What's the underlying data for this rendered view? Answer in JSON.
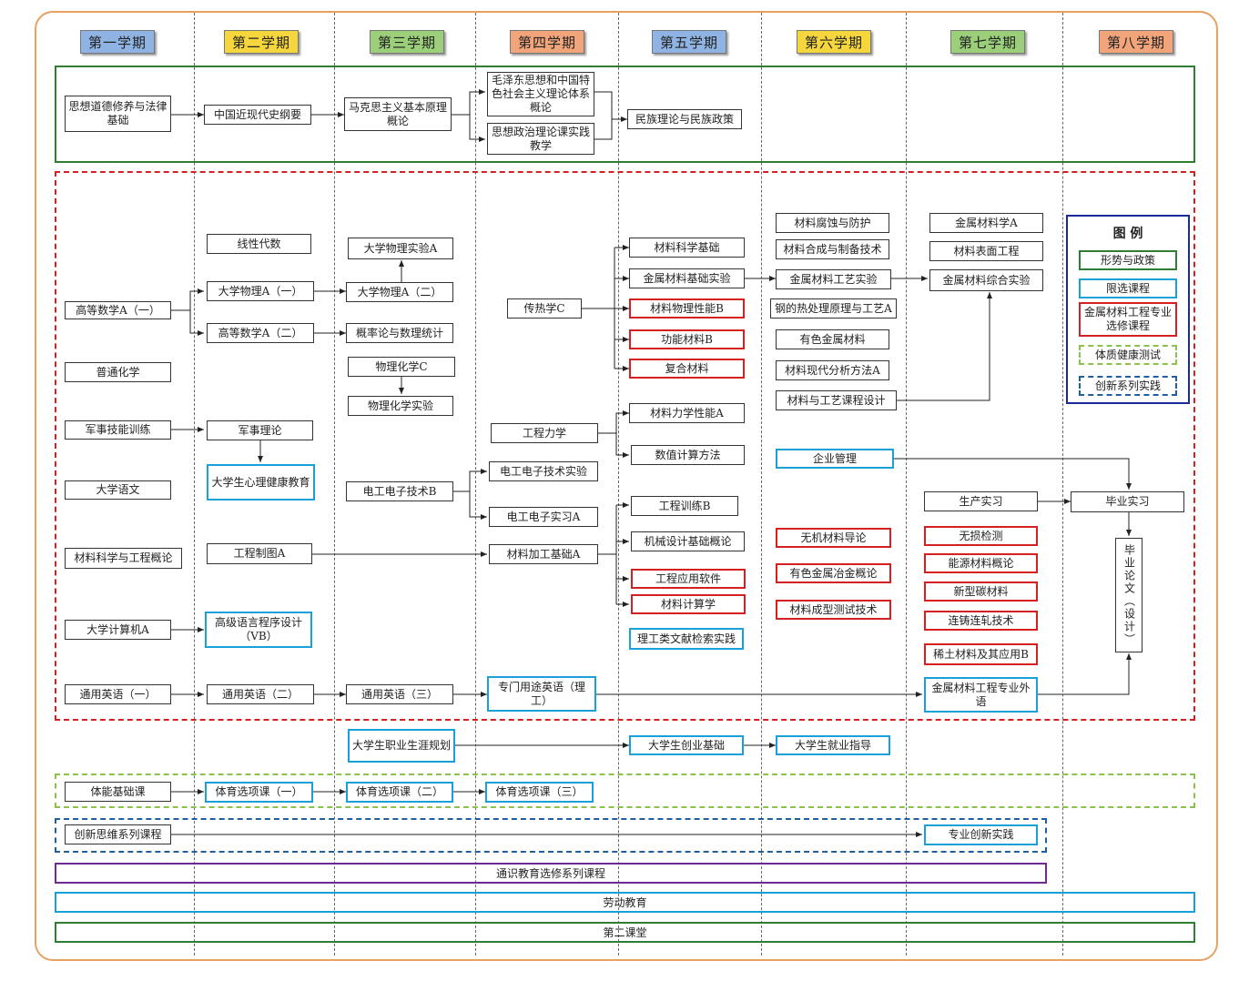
{
  "semesters": [
    "第一学期",
    "第二学期",
    "第三学期",
    "第四学期",
    "第五学期",
    "第六学期",
    "第七学期",
    "第八学期"
  ],
  "header_colors": [
    "#8fb4e3",
    "#f5d63c",
    "#9bcf7a",
    "#f2a57a",
    "#8fb4e3",
    "#f5d63c",
    "#9bcf7a",
    "#f2a57a"
  ],
  "courses": {
    "sizheng": "思想道德修养与法律基础",
    "jindaishi": "中国近现代史纲要",
    "makesi": "马克思主义基本原理概论",
    "maozedong": "毛泽东思想和中国特色社会主义理论体系概论",
    "sizhengshijian": "思想政治理论课实践教学",
    "minzu": "民族理论与民族政策",
    "gaoshu1": "高等数学A（一）",
    "putonghuaxue": "普通化学",
    "junshijineng": "军事技能训练",
    "daxueyuwen": "大学语文",
    "cailiaogailun": "材料科学与工程概论",
    "jisuanji": "大学计算机A",
    "yingyu1": "通用英语（一）",
    "xianxingdaishu": "线性代数",
    "wuli1": "大学物理A（一）",
    "gaoshu2": "高等数学A（二）",
    "junshililun": "军事理论",
    "xinli": "大学生心理健康教育",
    "zhitu": "工程制图A",
    "vb": "高级语言程序设计（VB）",
    "yingyu2": "通用英语（二）",
    "wulishiyan": "大学物理实验A",
    "wuli2": "大学物理A（二）",
    "gailv": "概率论与数理统计",
    "wuhua": "物理化学C",
    "wuhuashiyan": "物理化学实验",
    "diangong": "电工电子技术B",
    "yingyu3": "通用英语（三）",
    "chuanre": "传热学C",
    "gongchenglixue": "工程力学",
    "diangongshiyan": "电工电子技术实验",
    "diangongshixi": "电工电子实习A",
    "jiagong": "材料加工基础A",
    "zhuanmenyingyu": "专门用途英语（理工）",
    "cailiaokexue": "材料科学基础",
    "jinshushiyan": "金属材料基础实验",
    "wuxingneng": "材料物理性能B",
    "gongneng": "功能材料B",
    "fuhe": "复合材料",
    "lixue": "材料力学性能A",
    "shuzhi": "数值计算方法",
    "xunlian": "工程训练B",
    "jixie": "机械设计基础概论",
    "ruanjian": "工程应用软件",
    "cailiaojisuan": "材料计算学",
    "wenxian": "理工类文献检索实践",
    "fushi": "材料腐蚀与防护",
    "hecheng": "材料合成与制备技术",
    "gongyishiyan": "金属材料工艺实验",
    "rechuli": "钢的热处理原理与工艺A",
    "youse": "有色金属材料",
    "fenxi": "材料现代分析方法A",
    "kechengsheji": "材料与工艺课程设计",
    "qiye": "企业管理",
    "wuji": "无机材料导论",
    "yejin": "有色金属冶金概论",
    "chengxing": "材料成型测试技术",
    "jinshuA": "金属材料学A",
    "biaomian": "材料表面工程",
    "zonghe": "金属材料综合实验",
    "shengchan": "生产实习",
    "wusun": "无损检测",
    "nengyuan": "能源材料概论",
    "tan": "新型碳材料",
    "lianzhu": "连铸连轧技术",
    "xitu": "稀土材料及其应用B",
    "zhuanyewaiyu": "金属材料工程专业外语",
    "biyeshixi": "毕业实习",
    "lunwen": "毕业论文（设计）",
    "zhiye": "大学生职业生涯规划",
    "chuangye": "大学生创业基础",
    "jiuye": "大学生就业指导",
    "tineng": "体能基础课",
    "tiyu1": "体育选项课（一）",
    "tiyu2": "体育选项课（二）",
    "tiyu3": "体育选项课（三）",
    "chuangxinsiwei": "创新思维系列课程",
    "chuangxinshijian": "专业创新实践"
  },
  "bars": {
    "tongshi": "通识教育选修系列课程",
    "laodong": "劳动教育",
    "dierketang": "第二课堂"
  },
  "legend": {
    "title": "图 例",
    "items": [
      "形势与政策",
      "限选课程",
      "金属材料工程专业选修课程",
      "体质健康测试",
      "创新系列实践"
    ]
  },
  "colors": {
    "green": "#2e7d32",
    "red": "#d42020",
    "blue": "#1aa0d8",
    "light_green": "#8bc34a",
    "dark_blue_dashed": "#1f5f9f",
    "purple": "#6a2c91",
    "legend_border": "#1a2a9a",
    "frame": "#e8a060"
  }
}
